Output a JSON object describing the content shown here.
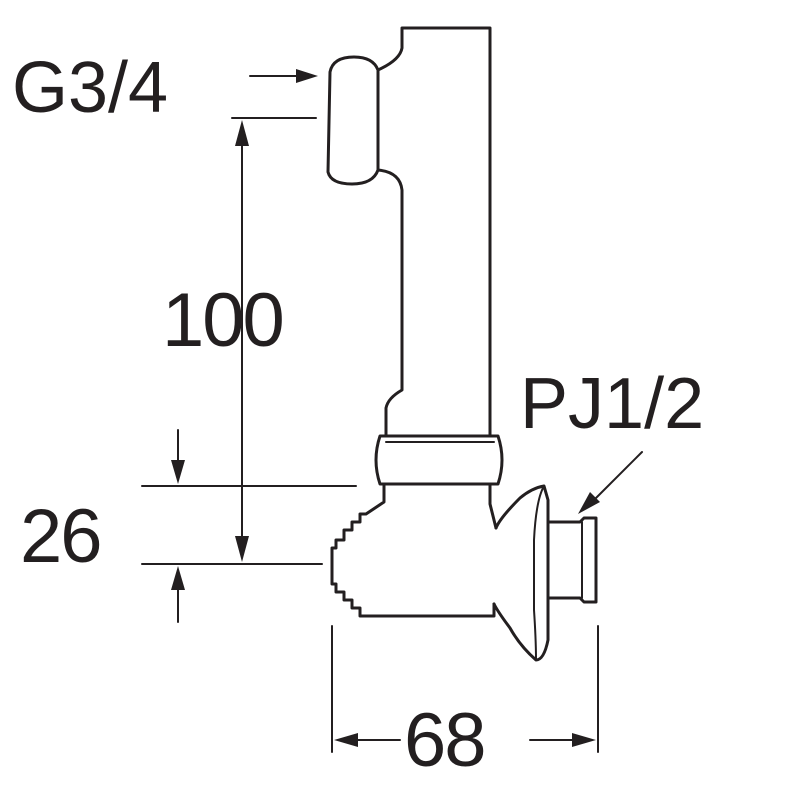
{
  "labels": {
    "top_thread": "G3/4",
    "bottom_thread": "PJ1/2"
  },
  "dimensions": {
    "height": "100",
    "offset": "26",
    "width": "68"
  }
}
